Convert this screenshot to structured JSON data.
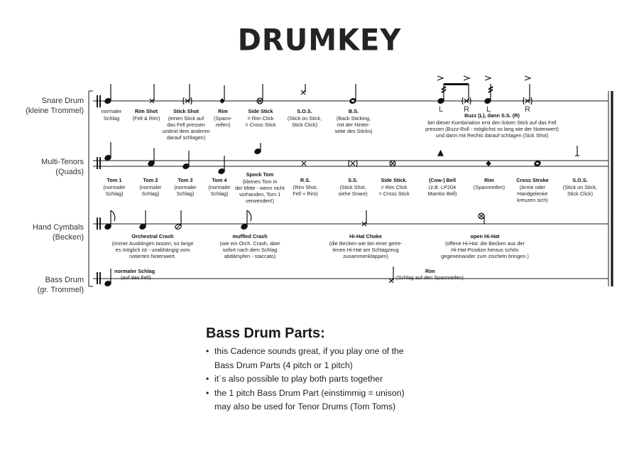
{
  "logo": "DRUMKEY",
  "staves": [
    {
      "name": "Snare Drum",
      "sub": "(kleine Trommel)"
    },
    {
      "name": "Multi-Tenors",
      "sub": "(Quads)"
    },
    {
      "name": "Hand Cymbals",
      "sub": "(Becken)"
    },
    {
      "name": "Bass Drum",
      "sub": "(gr. Trommel)"
    }
  ],
  "snare": {
    "n1": [
      "",
      "normaler",
      "Schlag"
    ],
    "n2": [
      "Rim Shot",
      "(Fell & Rim)"
    ],
    "n3": [
      "Stick Shot",
      "(einen Stick auf",
      "das Fell pressen",
      "undmit dem anderen",
      "darauf schlagen)"
    ],
    "n4": [
      "Rim",
      "(Spann-",
      "reifen)"
    ],
    "n5": [
      "Side Stick",
      "= Rim Click",
      "= Cross Stick"
    ],
    "n6": [
      "S.O.S.",
      "(Stick on Stick,",
      "Stick Click)"
    ],
    "n7": [
      "B.S.",
      "(Back Sticking,",
      "mit der Hinter-",
      "seite des Sticks)"
    ],
    "n8": [
      "Buzz (L), dann S.S. (R)",
      "bei dieser Kombination erst den linken Stick auf das Fell",
      "pressen (Buzz-Roll - möglichst so lang wie der Notenwert)",
      "und dann mit Rechts darauf schlagen (Sick Shot)"
    ],
    "sticking": [
      "L",
      "R",
      "L",
      "R"
    ]
  },
  "tenors": {
    "n1": [
      "Tom 1",
      "(normaler",
      "Schlag)"
    ],
    "n2": [
      "Tom 2",
      "(normaler",
      "Schlag)"
    ],
    "n3": [
      "Tom 3",
      "(normaler",
      "Schlag)"
    ],
    "n4": [
      "Tom 4",
      "(normaler",
      "Schlag)"
    ],
    "n5": [
      "Spock Tom",
      "(kleines Tom in",
      "der Mitte - wenn nicht",
      "vorhanden, Tom 1",
      "verwenden!)"
    ],
    "n6": [
      "R.S.",
      "(Rim Shot,",
      "Fell + Rim)"
    ],
    "n7": [
      "S.S.",
      "(Stick Shot,",
      "siehe Snare)"
    ],
    "n8": [
      "Side Stick.",
      "= Rim Click",
      "= Cross Stick"
    ],
    "n9": [
      "(Cow-) Bell",
      "(z.B. LP204",
      "Mambo Bell)"
    ],
    "n10": [
      "Rim",
      "(Spannreifen)"
    ],
    "n11": [
      "Cross Stroke",
      "(Arme oder",
      "Handgelenke",
      "kreuzen sich)"
    ],
    "n12": [
      "S.O.S.",
      "(Stick on Stick,",
      "Stick Click)"
    ]
  },
  "cymbals": {
    "n1": [
      "Orchestral Crash",
      "(immer Ausklingen lassen, so lange",
      "es möglich ist - unabhängig vom",
      "notierten Notenwert."
    ],
    "n2": [
      "muffled Crash",
      "(wie ein Orch. Crash, aber",
      "sofort nach dem Schlag",
      "abdämpfen - staccato)"
    ],
    "n3": [
      "Hi-Hat Choke",
      "(die Becken wie bei einer getre-",
      "tenen Hi-Hat am Schlagzeug",
      "zusammenklappen)"
    ],
    "n4": [
      "open Hi-Hat",
      "(offene Hi-Hat: die Becken aus der",
      "Hi-Hat-Position heraus schön",
      "gegeneinander zum zischeln bringen )"
    ]
  },
  "bass": {
    "n1": [
      "normaler Schlag",
      "(auf das Fell)"
    ],
    "n2": [
      "Rim",
      "(Schlag auf den Spannreifen)"
    ]
  },
  "bass_parts": {
    "title": "Bass Drum Parts:",
    "items": [
      [
        "this Cadence sounds great, if you play one of the",
        "Bass Drum Parts (4 pitch or 1 pitch)"
      ],
      [
        "it´s also possible to play both parts together"
      ],
      [
        "the 1 pitch Bass Drum Part (einstimmig = unison)",
        "may also be used for Tenor Drums (Tom Toms)"
      ]
    ]
  }
}
